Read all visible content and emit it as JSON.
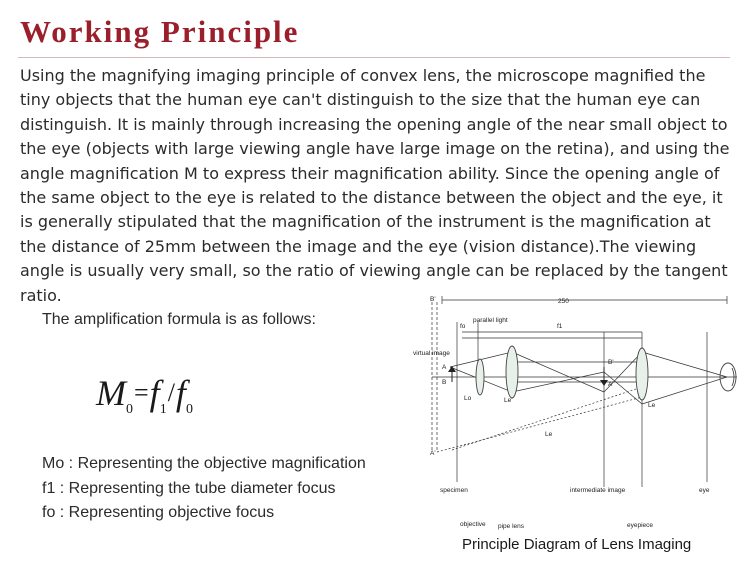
{
  "header": {
    "title": "Working Principle"
  },
  "intro": "Using the magnifying imaging principle of convex lens, the microscope magnified the tiny objects that the human eye can't distinguish to the size that the human eye can distinguish. It is mainly through increasing the opening angle of the near small object to the eye (objects with large viewing angle have large image on the retina), and using the angle magnification M to express their magnification ability. Since the opening angle of the same object to the eye is related to the distance between the object and the eye, it is generally stipulated that the magnification of the instrument is the magnification at the distance of 25mm between the image and the eye (vision distance).The viewing angle is usually very small, so the ratio of viewing angle can be replaced by the tangent ratio.",
  "formula": {
    "label": "The amplification formula is as follows:",
    "m": "M",
    "m_sub": "0",
    "eq": "=",
    "f1": "f",
    "f1_sub": "1",
    "slash": "/",
    "f0": "f",
    "f0_sub": "0"
  },
  "definitions": [
    "Mo : Representing the objective magnification",
    "f1 : Representing the tube diameter focus",
    "fo : Representing objective focus"
  ],
  "diagram": {
    "labels": {
      "b_prime_top": "B'",
      "distance": "250",
      "parallel_light": "parallel light",
      "fo": "fo",
      "f1": "f1",
      "virtual_image": "virtual image",
      "a_point": "A",
      "b_point": "B",
      "b_prime": "B'",
      "a_prime": "A'",
      "a_prime_bottom": "A'",
      "lo": "Lo",
      "le_prime": "Le'",
      "le_mid": "Le",
      "le_right": "Le",
      "specimen": "specimen",
      "intermediate_image": "intermediate image",
      "eye": "eye",
      "objective": "objective",
      "pipe_lens": "pipe lens",
      "eyepiece": "eyepiece"
    },
    "caption": "Principle Diagram of Lens Imaging"
  }
}
